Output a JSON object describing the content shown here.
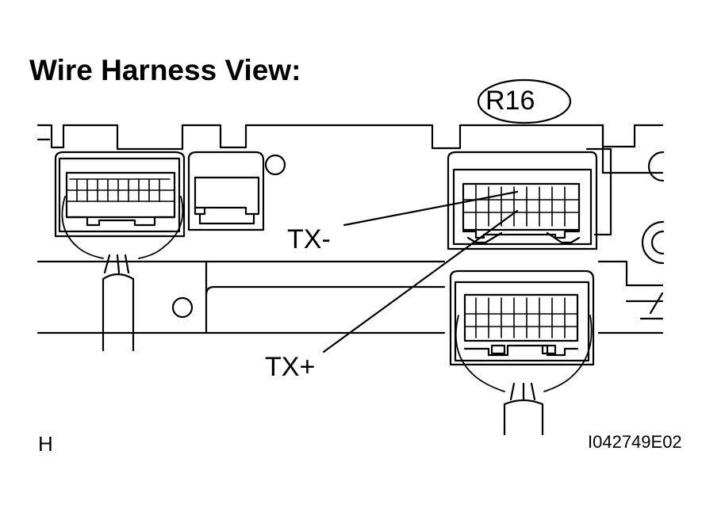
{
  "title": "Wire Harness View:",
  "connector_id": "R16",
  "callouts": {
    "tx_minus": "TX-",
    "tx_plus": "TX+"
  },
  "corner_left": "H",
  "figure_code": "I042749E02",
  "colors": {
    "line": "#000000",
    "background": "#ffffff"
  }
}
